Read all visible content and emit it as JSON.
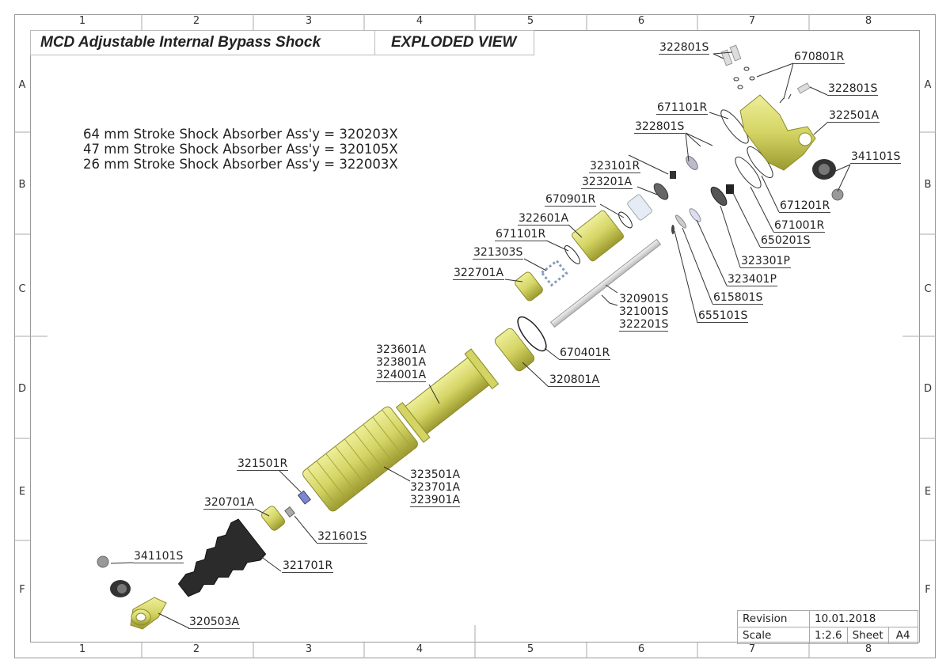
{
  "title": {
    "main": "MCD Adjustable Internal Bypass Shock",
    "view": "EXPLODED VIEW"
  },
  "notes": [
    "64 mm Stroke Shock Absorber Ass'y = 320203X",
    "47 mm Stroke Shock Absorber Ass'y = 320105X",
    "26 mm Stroke Shock Absorber Ass'y = 322003X"
  ],
  "zones": {
    "columns": [
      "1",
      "2",
      "3",
      "4",
      "5",
      "6",
      "7",
      "8"
    ],
    "rows": [
      "A",
      "B",
      "C",
      "D",
      "E",
      "F"
    ]
  },
  "labels": {
    "l1": "322801S",
    "l2": "670801R",
    "l3": "322801S",
    "l4": "671101R",
    "l5": "322501A",
    "l6": "322801S",
    "l7": "341101S",
    "l8": "323101R",
    "l9": "323201A",
    "l10": "670901R",
    "l11": "671201R",
    "l12": "322601A",
    "l13": "671001R",
    "l14": "671101R",
    "l15": "650201S",
    "l16": "321303S",
    "l17": "323301P",
    "l18": "322701A",
    "l19": "323401P",
    "l20": "615801S",
    "l21": [
      "320901S",
      "321001S",
      "322201S"
    ],
    "l22": "655101S",
    "l23": "670401R",
    "l24": [
      "323601A",
      "323801A",
      "324001A"
    ],
    "l25": "320801A",
    "l26": "321501R",
    "l27": [
      "323501A",
      "323701A",
      "323901A"
    ],
    "l28": "320701A",
    "l29": "321601S",
    "l30": "341101S",
    "l31": "321701R",
    "l32": "320503A"
  },
  "title_block": {
    "revision_label": "Revision",
    "revision": "10.01.2018",
    "scale_label": "Scale",
    "scale": "1:2.6",
    "sheet_label": "Sheet",
    "sheet": "A4"
  },
  "colors": {
    "part": "#d8d86a",
    "part_dark": "#a9a83a",
    "rubber": "#2a2a2a"
  }
}
